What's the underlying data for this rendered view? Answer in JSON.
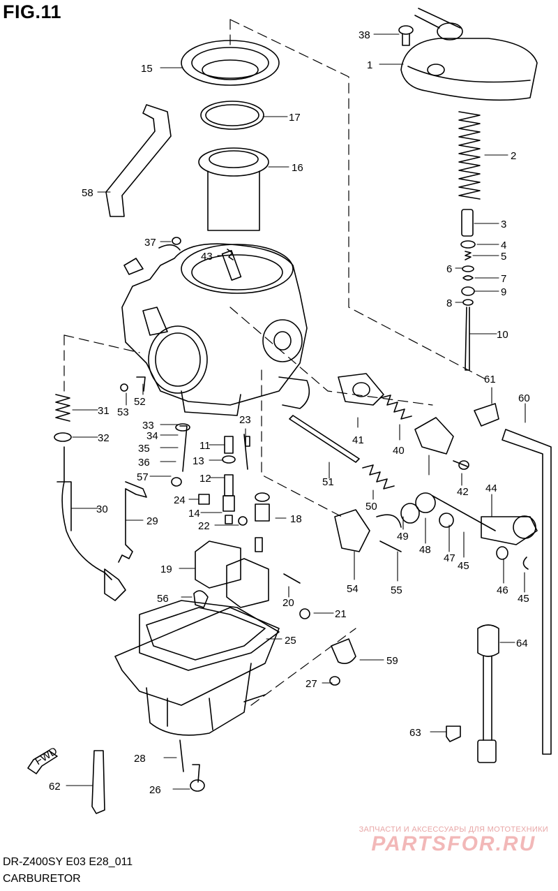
{
  "figure_label": "FIG.11",
  "footer": {
    "model": "DR-Z400SY E03 E28_011",
    "title": "CARBURETOR"
  },
  "watermark": {
    "tagline": "ЗАПЧАСТИ И АКСЕССУАРЫ ДЛЯ МОТОТЕХНИКИ",
    "brand": "PARTSFOR.RU"
  },
  "fwd_label": "FWD",
  "callouts": [
    "1",
    "2",
    "3",
    "4",
    "5",
    "6",
    "7",
    "8",
    "9",
    "10",
    "11",
    "12",
    "13",
    "14",
    "15",
    "16",
    "17",
    "18",
    "19",
    "20",
    "21",
    "22",
    "23",
    "24",
    "25",
    "26",
    "27",
    "28",
    "29",
    "30",
    "31",
    "32",
    "33",
    "34",
    "35",
    "36",
    "37",
    "38",
    "40",
    "41",
    "42",
    "43",
    "44",
    "45",
    "45",
    "46",
    "47",
    "48",
    "49",
    "50",
    "51",
    "52",
    "53",
    "54",
    "55",
    "56",
    "57",
    "58",
    "59",
    "60",
    "61",
    "62",
    "63",
    "64"
  ],
  "colors": {
    "ink": "#000000",
    "watermark": "#f2b8b8"
  }
}
